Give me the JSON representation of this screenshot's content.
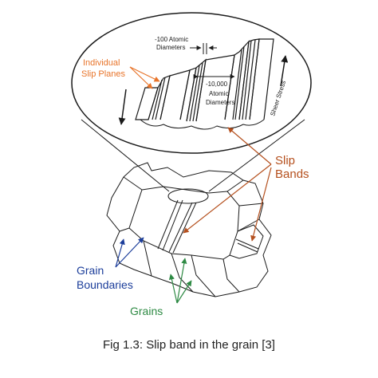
{
  "labels": {
    "hundred_atomic_1": "-100 Atomic",
    "hundred_atomic_2": "Diameters",
    "ten_thousand_1": "-10,000",
    "ten_thousand_2": "Atomic",
    "ten_thousand_3": "Diameters",
    "individual_1": "Individual",
    "individual_2": "Slip Planes",
    "shear_stress": "Sheer Stress",
    "slip_1": "Slip",
    "slip_2": "Bands",
    "grain_1": "Grain",
    "grain_2": "Boundaries",
    "grains": "Grains"
  },
  "colors": {
    "orange": "#e8742a",
    "brown": "#b5501e",
    "blue": "#1b3d9a",
    "green": "#2e8a44",
    "line": "#1a1a1a"
  },
  "caption": "Fig 1.3: Slip band in the grain [3]"
}
